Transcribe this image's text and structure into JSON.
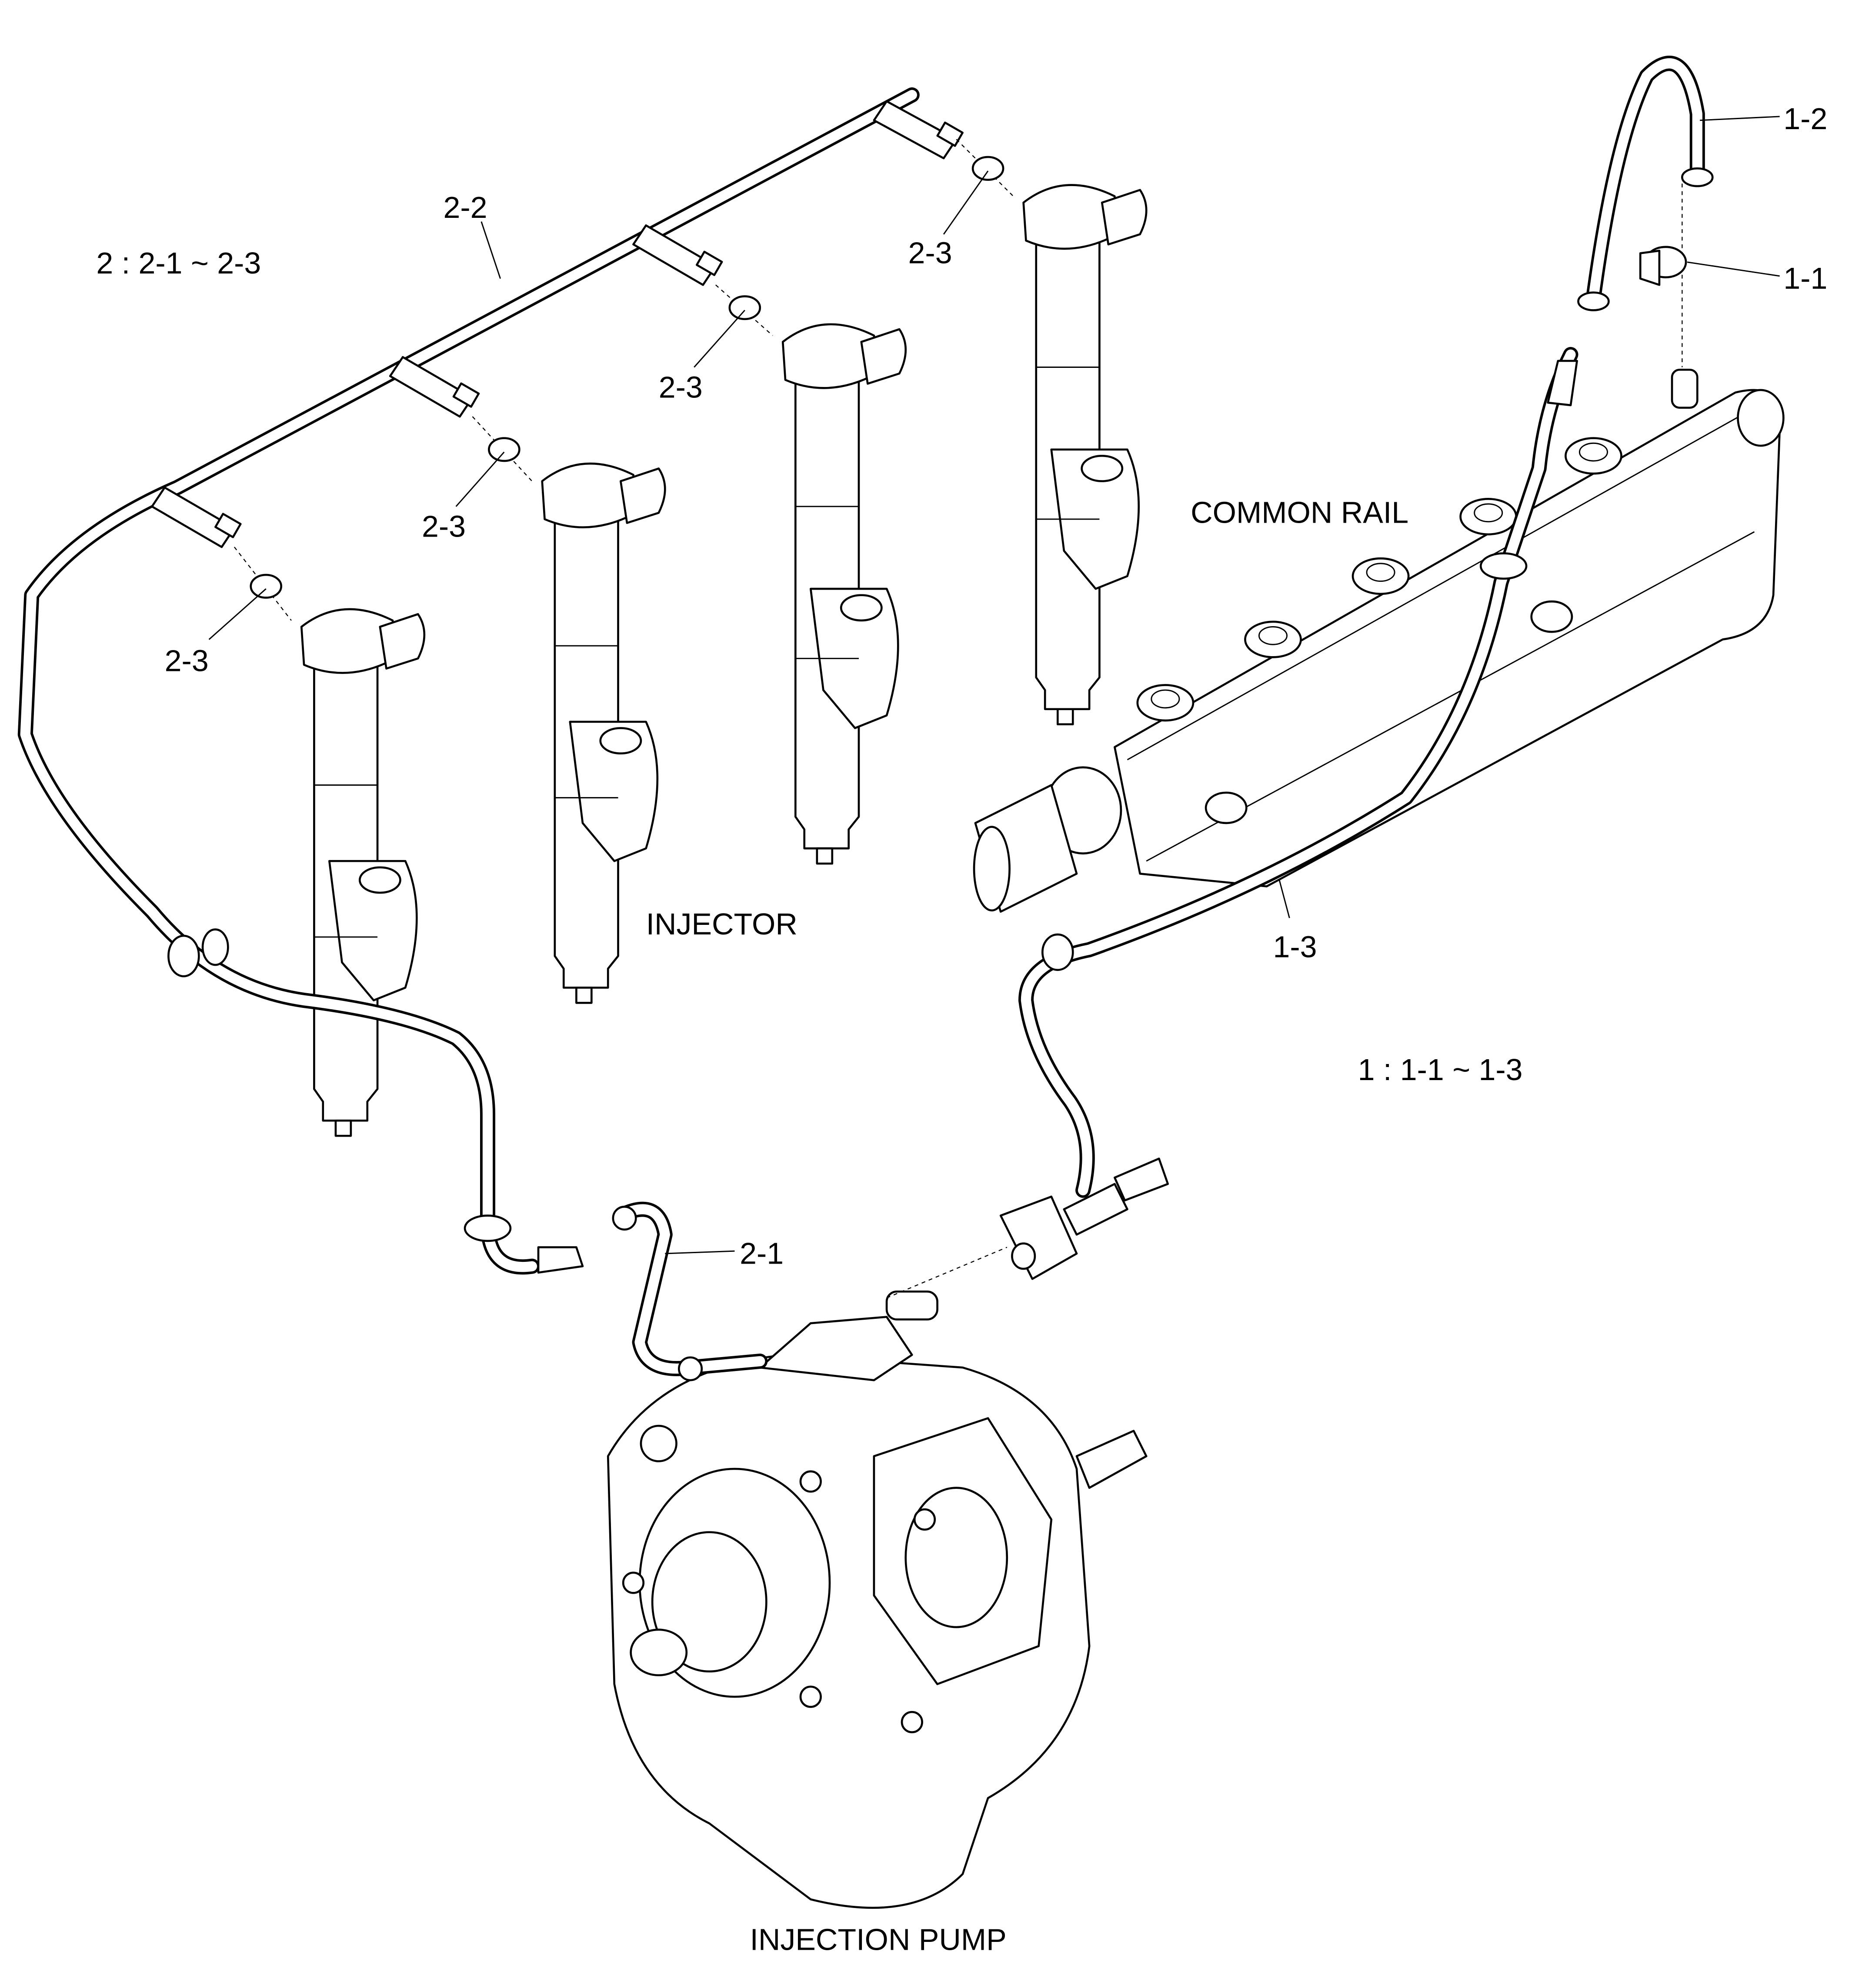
{
  "diagram": {
    "title": "Fuel return line assembly",
    "components": {
      "common_rail": "COMMON RAIL",
      "injector": "INJECTOR",
      "injection_pump": "INJECTION PUMP"
    },
    "group_labels": {
      "group1": "1 : 1-1 ~ 1-3",
      "group2": "2 : 2-1 ~ 2-3"
    },
    "callouts": {
      "c1_1": "1-1",
      "c1_2": "1-2",
      "c1_3": "1-3",
      "c2_1": "2-1",
      "c2_2": "2-2",
      "c2_3_a": "2-3",
      "c2_3_b": "2-3",
      "c2_3_c": "2-3",
      "c2_3_d": "2-3"
    },
    "colors": {
      "line": "#000000",
      "background": "#ffffff"
    }
  }
}
